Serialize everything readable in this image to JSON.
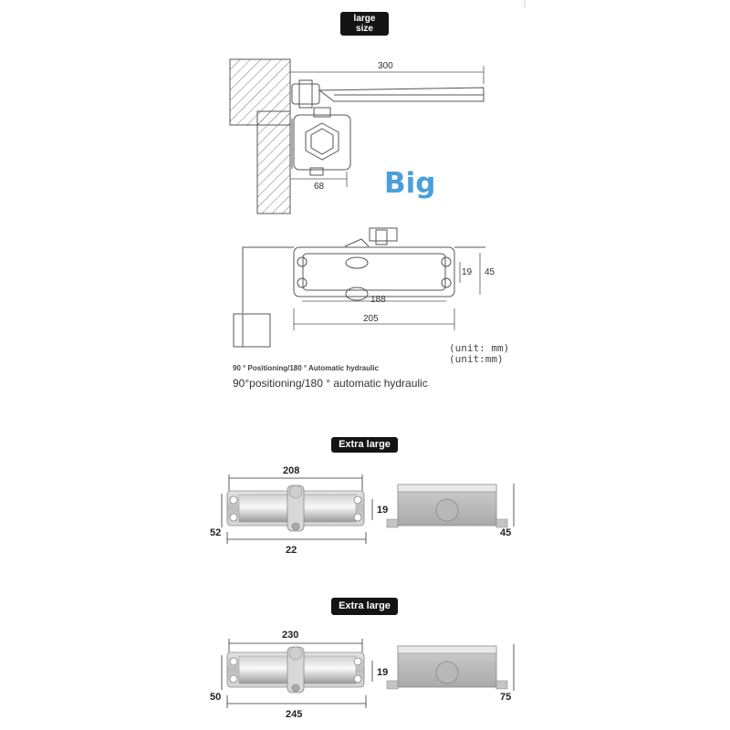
{
  "badges": {
    "large_line1": "large",
    "large_line2": "size",
    "extra_large_1": "Extra large",
    "extra_large_2": "Extra large"
  },
  "big_label": "Big",
  "drawing1": {
    "dim_arm": "300",
    "dim_offset": "68",
    "dim_height_inner": "19",
    "dim_height_outer": "45",
    "dim_holes": "188",
    "dim_body": "205",
    "unit_1": "(unit: mm)",
    "unit_2": "(unit:mm)",
    "caption_small": "90 ° Positioning/180 ° Automatic hydraulic",
    "caption_large": "90°positioning/180 ° automatic hydraulic"
  },
  "product_extra_large_1": {
    "dim_top": "208",
    "dim_bottom": "22",
    "dim_left": "52",
    "dim_inner_right": "19",
    "dim_side_height": "45"
  },
  "product_extra_large_2": {
    "dim_top": "230",
    "dim_bottom": "245",
    "dim_left": "50",
    "dim_inner_right": "19",
    "dim_side_height": "75"
  },
  "colors": {
    "badge_bg": "#141414",
    "big_text": "#4a9fdc",
    "line": "#555555",
    "metal": "#c8c8c8"
  }
}
